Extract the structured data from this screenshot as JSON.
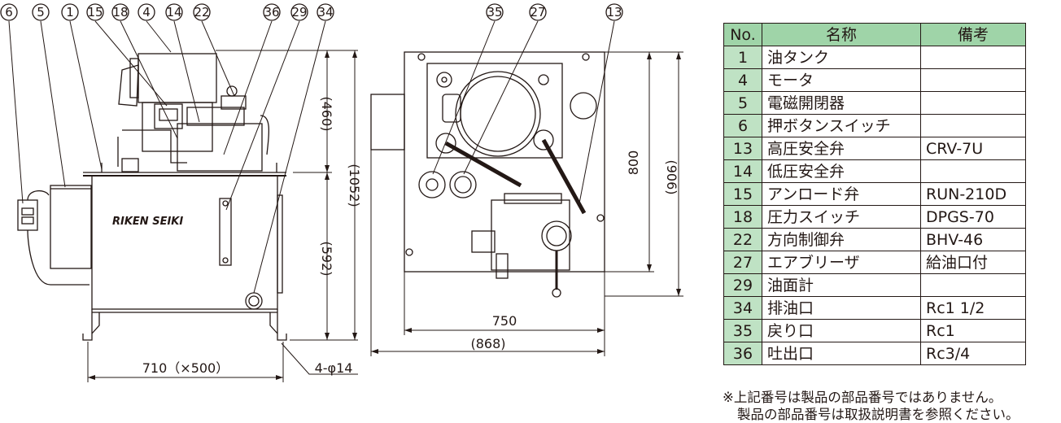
{
  "front_view": {
    "callouts": [
      "6",
      "5",
      "1",
      "15",
      "18",
      "4",
      "14",
      "22",
      "36",
      "29",
      "34"
    ],
    "brand": "RIKEN SEIKI",
    "dims": {
      "top_height": "(460)",
      "total_height": "(1052)",
      "lower_height": "(592)",
      "width": "710（×500）",
      "holes": "4-φ14"
    }
  },
  "top_view": {
    "callouts": [
      "35",
      "27",
      "13"
    ],
    "dims": {
      "inner_width": "750",
      "outer_width": "(868)",
      "inner_depth": "800",
      "outer_depth": "(906)"
    }
  },
  "table": {
    "headers": [
      "No.",
      "名称",
      "備考"
    ],
    "rows": [
      {
        "no": "1",
        "name": "油タンク",
        "note": ""
      },
      {
        "no": "4",
        "name": "モータ",
        "note": ""
      },
      {
        "no": "5",
        "name": "電磁開閉器",
        "note": ""
      },
      {
        "no": "6",
        "name": "押ボタンスイッチ",
        "note": ""
      },
      {
        "no": "13",
        "name": "高圧安全弁",
        "note": "CRV-7U"
      },
      {
        "no": "14",
        "name": "低圧安全弁",
        "note": ""
      },
      {
        "no": "15",
        "name": "アンロード弁",
        "note": "RUN-210D"
      },
      {
        "no": "18",
        "name": "圧力スイッチ",
        "note": "DPGS-70"
      },
      {
        "no": "22",
        "name": "方向制御弁",
        "note": "BHV-46"
      },
      {
        "no": "27",
        "name": "エアブリーザ",
        "note": "給油口付"
      },
      {
        "no": "29",
        "name": "油面計",
        "note": ""
      },
      {
        "no": "34",
        "name": "排油口",
        "note": "Rc1 1/2"
      },
      {
        "no": "35",
        "name": "戻り口",
        "note": "Rc1"
      },
      {
        "no": "36",
        "name": "吐出口",
        "note": "Rc3/4"
      }
    ]
  },
  "note": {
    "line1": "※上記番号は製品の部品番号ではありません。",
    "line2": "製品の部品番号は取扱説明書を参照ください。"
  },
  "colors": {
    "line": "#231815",
    "header_bg": "#9fd4a8",
    "no_col_bg": "#bfe2c4"
  }
}
